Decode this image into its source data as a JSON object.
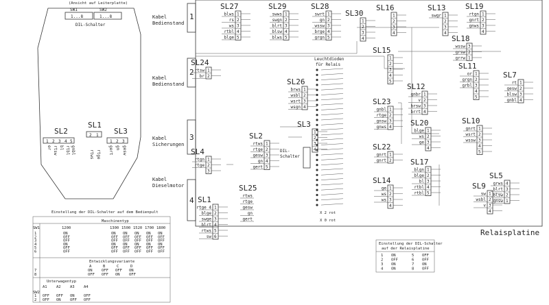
{
  "header": {
    "view_note": "(Ansicht auf Leiterplatte)",
    "sw1": "SW1",
    "sw2": "SW2",
    "sw1_range": "1...8",
    "sw2_range": "1...8",
    "dil_label": "DIL-Schalter"
  },
  "left_connectors": [
    {
      "title": "SL2",
      "pins": [
        "1",
        "2",
        "3",
        "4",
        "5"
      ],
      "wires": [
        "or",
        "rtsw",
        "bl",
        "rtbl",
        "gnbl"
      ]
    },
    {
      "title": "SL1",
      "pins": [
        "2",
        "1"
      ],
      "wires": [
        "rtws",
        "rtge"
      ]
    },
    {
      "title": "SL3",
      "pins": [
        "1",
        "2",
        "3"
      ],
      "wires": [
        "gert",
        "gn",
        "gesw"
      ]
    }
  ],
  "cables": [
    {
      "num": "1",
      "label1": "Kabel",
      "label2": "Bedienstand"
    },
    {
      "num": "2",
      "label1": "Kabel",
      "label2": "Bedienstand"
    },
    {
      "num": "3",
      "label1": "Kabel",
      "label2": "Sicherungen"
    },
    {
      "num": "4",
      "label1": "Kabel",
      "label2": "Dieselmotor"
    }
  ],
  "connectors": {
    "SL27": {
      "title": "SL27",
      "wires": [
        "blws",
        "rs",
        "ws",
        "rtbl",
        "blge"
      ],
      "pins": [
        "1",
        "2",
        "3",
        "4",
        "5"
      ]
    },
    "SL29": {
      "title": "SL29",
      "wires": [
        "swws",
        "swgn",
        "blrt",
        "blsw",
        "blws"
      ],
      "pins": [
        "1",
        "2",
        "3",
        "4",
        "5"
      ]
    },
    "SL28": {
      "title": "SL28",
      "wires": [
        "swrt",
        "gn",
        "wssw",
        "brge",
        "grgn"
      ],
      "pins": [
        "1",
        "2",
        "3",
        "4",
        "5"
      ]
    },
    "SL30": {
      "title": "SL30",
      "pins": [
        "1",
        "2",
        "3",
        "4"
      ]
    },
    "SL16": {
      "title": "SL16",
      "pins": [
        "1",
        "2",
        "3",
        "4"
      ]
    },
    "SL13": {
      "title": "SL13",
      "wires": [
        "swgr"
      ],
      "pins": [
        "1",
        "2",
        "3",
        "4"
      ]
    },
    "SL19": {
      "title": "SL19",
      "pins": [
        "1",
        "2",
        "3",
        "4"
      ],
      "wires": [
        "rtgn",
        "gnrt",
        "gnws"
      ]
    },
    "SL24": {
      "title": "SL24",
      "pins": [
        "1",
        "2"
      ],
      "wires": [
        "rtsw",
        "br"
      ]
    },
    "SL15": {
      "title": "SL15",
      "pins": [
        "1",
        "2",
        "3",
        "4",
        "5"
      ]
    },
    "SL18": {
      "title": "SL18",
      "wires": [
        "wssw",
        "grsw",
        "grrw"
      ],
      "pins": [
        "3",
        "2",
        "1"
      ]
    },
    "SL11": {
      "title": "SL11",
      "wires": [
        "or",
        "grgn",
        "grbl"
      ],
      "pins": [
        "1",
        "2",
        "3",
        "4",
        "5"
      ]
    },
    "SL7": {
      "title": "SL7",
      "wires": [
        "rt",
        "gesw",
        "blsw",
        "gnbl"
      ],
      "pins": [
        "1",
        "2",
        "3",
        "4"
      ]
    },
    "SL26": {
      "title": "SL26",
      "wires": [
        "brws",
        "wsbl",
        "wsrt",
        "wsgn"
      ],
      "pins": [
        "1",
        "2",
        "3",
        "4"
      ]
    },
    "SL12": {
      "title": "SL12",
      "wires": [
        "gnbr",
        "v",
        "brsw",
        "brrt"
      ],
      "pins": [
        "1",
        "2",
        "3",
        "4"
      ]
    },
    "SL23": {
      "title": "SL23",
      "wires": [
        "gnbl",
        "rtge",
        "gnsw",
        "gnws"
      ],
      "pins": [
        "1",
        "2",
        "3",
        "4"
      ]
    },
    "SL20": {
      "title": "SL20",
      "wires": [
        "blge",
        "ws",
        "ge"
      ],
      "pins": [
        "1",
        "2",
        "3",
        "4"
      ]
    },
    "SL10": {
      "title": "SL10",
      "wires": [
        "gnrt",
        "wsrt",
        "wssw"
      ],
      "pins": [
        "1",
        "2",
        "3",
        "4",
        "5"
      ]
    },
    "SL2b": {
      "title": "SL2",
      "wires": [
        "rtws",
        "rtge",
        "gesw",
        "gn",
        "gert"
      ],
      "pins": [
        "1",
        "2",
        "3",
        "4",
        "5"
      ]
    },
    "SL3b": {
      "title": "SL3",
      "pins": [
        "1",
        "2",
        "3",
        "4"
      ]
    },
    "SL22": {
      "title": "SL22",
      "wires": [
        "gnrt",
        "gnrt"
      ],
      "pins": [
        "1",
        "2"
      ]
    },
    "SL17": {
      "title": "SL17",
      "wires": [
        "blgn",
        "blge",
        "bl",
        "rtbl",
        "rtbl"
      ],
      "pins": [
        "1",
        "2",
        "3",
        "4",
        "5"
      ]
    },
    "SL4": {
      "title": "SL4",
      "pins": [
        "1",
        "2",
        "3"
      ],
      "wires": [
        "rtgn",
        "rtge"
      ]
    },
    "SL14": {
      "title": "SL14",
      "wires": [
        "ge",
        "ws",
        "ws"
      ],
      "pins": [
        "1",
        "2",
        "3",
        "4"
      ]
    },
    "SL9": {
      "title": "SL9",
      "wires": [
        "sw",
        "wsbl",
        "v"
      ],
      "pins": [
        "1",
        "2",
        "3",
        "4"
      ]
    },
    "SL5": {
      "title": "SL5",
      "pins": [
        "4",
        "3",
        "2",
        "1"
      ],
      "wires": [
        "grws",
        "blrt",
        "blsw",
        "gnsw"
      ]
    },
    "SL25": {
      "title": "SL25",
      "wires": [
        "rtws",
        "rtge",
        "gesw",
        "gn",
        "gert"
      ]
    },
    "SL1b": {
      "title": "SL1",
      "pins": [
        "1",
        "2",
        "3",
        "4",
        "5",
        "6"
      ],
      "wires": [
        "rtge 4",
        "blge",
        "swge",
        "blrt",
        "rtws",
        "sw"
      ]
    }
  },
  "relay_panel": {
    "title": "Leuchtdioden\nfür Relais",
    "line1": "Leuchtdioden",
    "line2": "für Relais",
    "dil": "DIL-\nSchalter",
    "dil1": "DIL-",
    "dil2": "Schalter",
    "k2": "X 2  rot",
    "k1": "X 0  rot",
    "board": "Relaisplatine"
  },
  "table_left": {
    "title": "Einstellung der DIL-Schalter auf dem Bedienpult",
    "machine_type": "Maschinentyp",
    "sw": "SW1",
    "types": [
      "1200",
      "1300",
      "1500",
      "1520",
      "1700",
      "1800"
    ],
    "rows": [
      "1",
      "2",
      "3",
      "4",
      "5",
      "6"
    ],
    "variant_label": "Entwicklungsvariante",
    "variants": [
      "A",
      "B",
      "C",
      "D"
    ],
    "variant_rows": [
      "7",
      "8"
    ],
    "vehicle_label": "Unterwagentyp",
    "vehicles": [
      "A1",
      "A2",
      "A3",
      "A4"
    ],
    "sw2": "SW2",
    "vehicle_rows": [
      "1",
      "2"
    ],
    "vals": [
      "ON",
      "OFF",
      "OFF",
      "ON",
      "OFF",
      "OFF"
    ]
  },
  "table_right": {
    "title": "Einstellung der DIL-Schalter\nauf der Relaisplatine",
    "line1": "Einstellung der DIL-Schalter",
    "line2": "auf der Relaisplatine",
    "rows": [
      [
        "1",
        "ON",
        "5",
        "OFF"
      ],
      [
        "2",
        "OFF",
        "6",
        "OFF"
      ],
      [
        "3",
        "ON",
        "7",
        "ON"
      ],
      [
        "4",
        "ON",
        "8",
        "OFF"
      ]
    ]
  }
}
